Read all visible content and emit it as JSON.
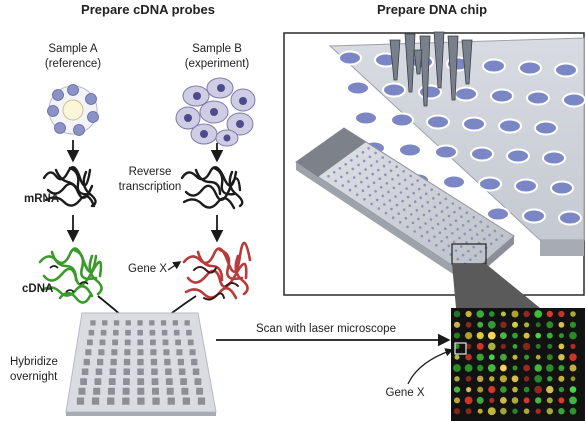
{
  "headings": {
    "left": "Prepare cDNA probes",
    "right": "Prepare DNA chip"
  },
  "samples": {
    "a_line1": "Sample A",
    "a_line2": "(reference)",
    "b_line1": "Sample B",
    "b_line2": "(experiment)"
  },
  "labels": {
    "mrna": "mRNA",
    "reverse_line1": "Reverse",
    "reverse_line2": "transcription",
    "cdna": "cDNA",
    "gene_x": "Gene X",
    "hybridize_line1": "Hybridize",
    "hybridize_line2": "overnight",
    "scan": "Scan with laser microscope",
    "gene_x_result": "Gene X"
  },
  "colors": {
    "reference_probe": "#3a9a2a",
    "experiment_probe": "#b83a3a",
    "mrna": "#1b1b1b",
    "chip_well": "#7b86c4",
    "slide_bg": "#cfd2d8",
    "result_bg": "#121212"
  }
}
